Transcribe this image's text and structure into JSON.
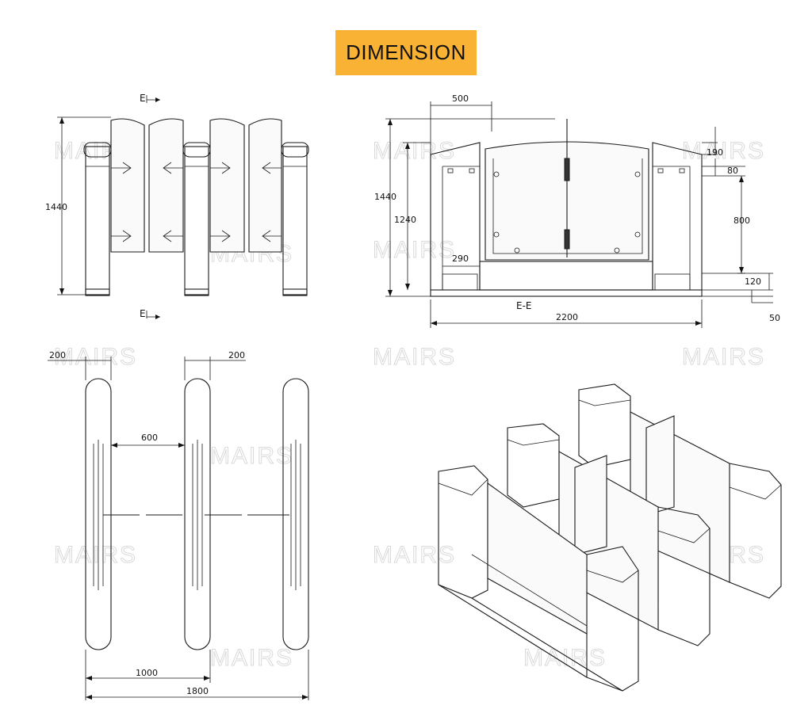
{
  "title": "DIMENSION",
  "watermark": "MAIRS",
  "front_view": {
    "section_marker_top": "E",
    "section_marker_bottom": "E",
    "height_dim": "1440"
  },
  "section_view": {
    "label": "E-E",
    "dims": {
      "top_width": "500",
      "overall_height": "1440",
      "body_height": "1240",
      "arc": "190",
      "top_band": "80",
      "panel": "800",
      "bottom_gap": "120",
      "base": "50",
      "cabinet_width": "290",
      "overall_length": "2200"
    }
  },
  "plan_view": {
    "dims": {
      "cabinet_width_left": "200",
      "cabinet_width_right": "200",
      "passage": "600",
      "lane_pitch": "1000",
      "overall_width": "1800"
    }
  },
  "isometric_view": {}
}
